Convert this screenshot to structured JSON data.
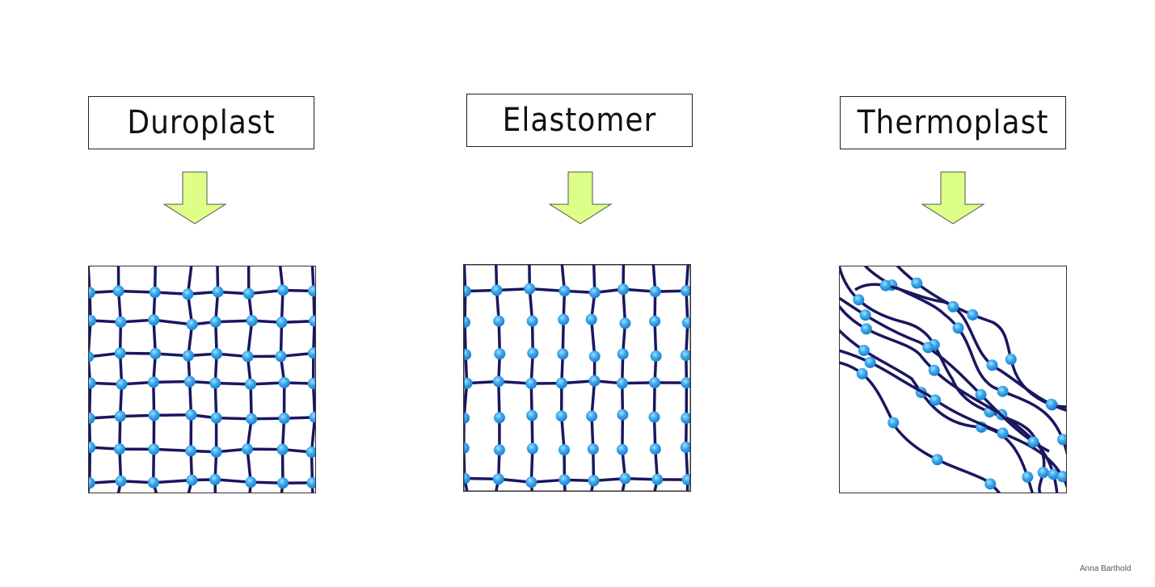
{
  "columns": [
    {
      "label": "Duroplast",
      "structure": "cross-linked-grid"
    },
    {
      "label": "Elastomer",
      "structure": "loosely-cross-linked"
    },
    {
      "label": "Thermoplast",
      "structure": "unlinked-chains"
    }
  ],
  "credit": "Anna Barthold",
  "colors": {
    "chain": "#1a1660",
    "node": "#2a9be0",
    "arrow": "#ddff88"
  }
}
